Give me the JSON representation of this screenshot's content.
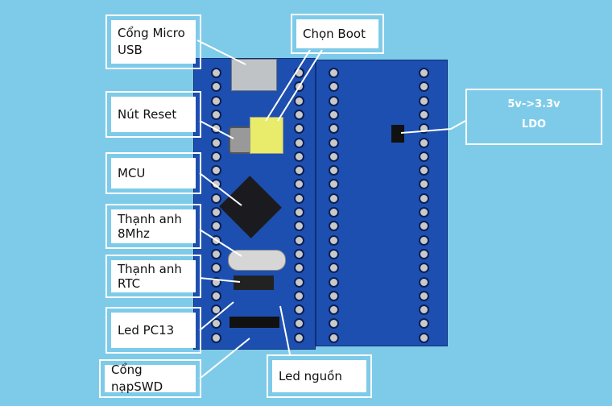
{
  "colors": {
    "background": "#7ecbe9",
    "pcb": "#1d4fb0",
    "label_bg": "#ffffff",
    "jumper": "#e8ec6a"
  },
  "labels": {
    "usb": [
      "Cổng Micro",
      "USB"
    ],
    "boot": [
      "Chọn Boot"
    ],
    "reset": [
      "Nút Reset"
    ],
    "mcu": [
      "MCU"
    ],
    "crystal8": [
      "Thạnh anh",
      "8Mhz"
    ],
    "rtc": [
      "Thạnh anh",
      "RTC"
    ],
    "led_pc13": [
      "Led PC13"
    ],
    "swd": [
      "Cổng nạpSWD"
    ],
    "led_power": [
      "Led nguồn"
    ],
    "ldo": [
      "5v->3.3v",
      "LDO"
    ]
  }
}
